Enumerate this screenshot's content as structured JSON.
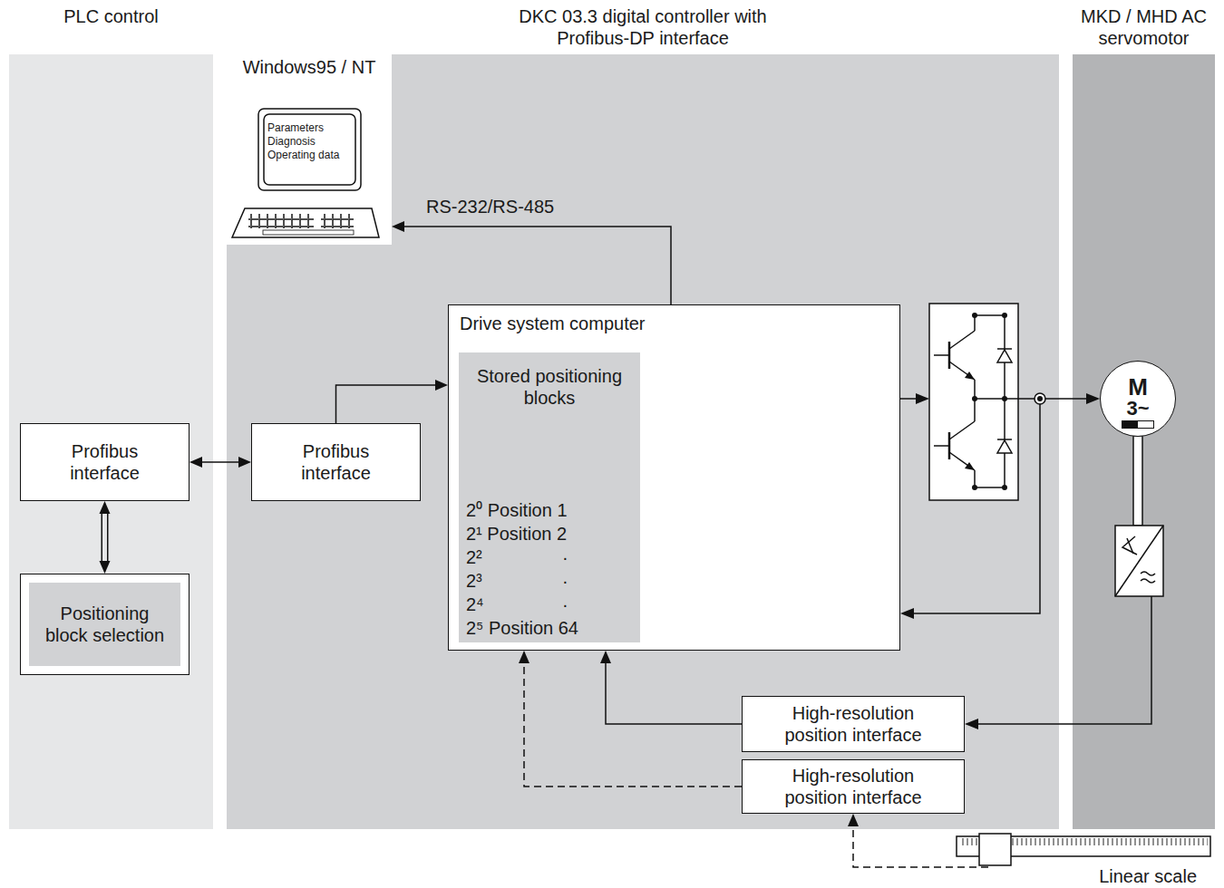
{
  "diagram": {
    "nodes": [
      {
        "text": [
          "PLC control"
        ]
      },
      {
        "text": [
          "DKC 03.3 digital controller with Profibus-DP interface"
        ]
      },
      {
        "text": [
          "MKD / MHD AC servomotor"
        ]
      },
      {
        "text": [
          "Profibus interface"
        ],
        "in": 0
      },
      {
        "text": [
          "Positioning block selection"
        ],
        "in": 0
      },
      {
        "text": [
          "Windows95 / NT",
          "Parameters Diagnosis Operating data"
        ],
        "in": 1
      },
      {
        "text": [
          "Profibus interface"
        ],
        "in": 1
      },
      {
        "text": [
          "Drive system computer"
        ],
        "in": 1
      },
      {
        "text": [
          "Stored positioning blocks",
          "2⁰ Position 1",
          "2¹ Position 2",
          "2²",
          "·",
          "2³",
          "·",
          "2⁴",
          "·",
          "2⁵ Position 64"
        ],
        "in": 7
      },
      {
        "text": [
          "High-resolution position interface"
        ],
        "in": 1
      },
      {
        "text": [
          "High-resolution position interface"
        ],
        "in": 1
      },
      {
        "text": [
          "M",
          "3~"
        ],
        "in": 2
      },
      {
        "text": [
          "Linear scale"
        ]
      }
    ],
    "edges": [
      {
        "from": 3,
        "to": 6,
        "arrow": "both"
      },
      {
        "from": 3,
        "to": 4,
        "arrow": "both"
      },
      {
        "from": 6,
        "to": 7,
        "arrow": "to"
      },
      {
        "from": 7,
        "to": 5,
        "arrow": "to",
        "label": "RS-232/RS-485"
      },
      {
        "from": 9,
        "to": 7,
        "arrow": "to"
      },
      {
        "from": 10,
        "to": 7,
        "arrow": "to"
      },
      {
        "from": 12,
        "to": 10,
        "arrow": "to"
      }
    ]
  }
}
